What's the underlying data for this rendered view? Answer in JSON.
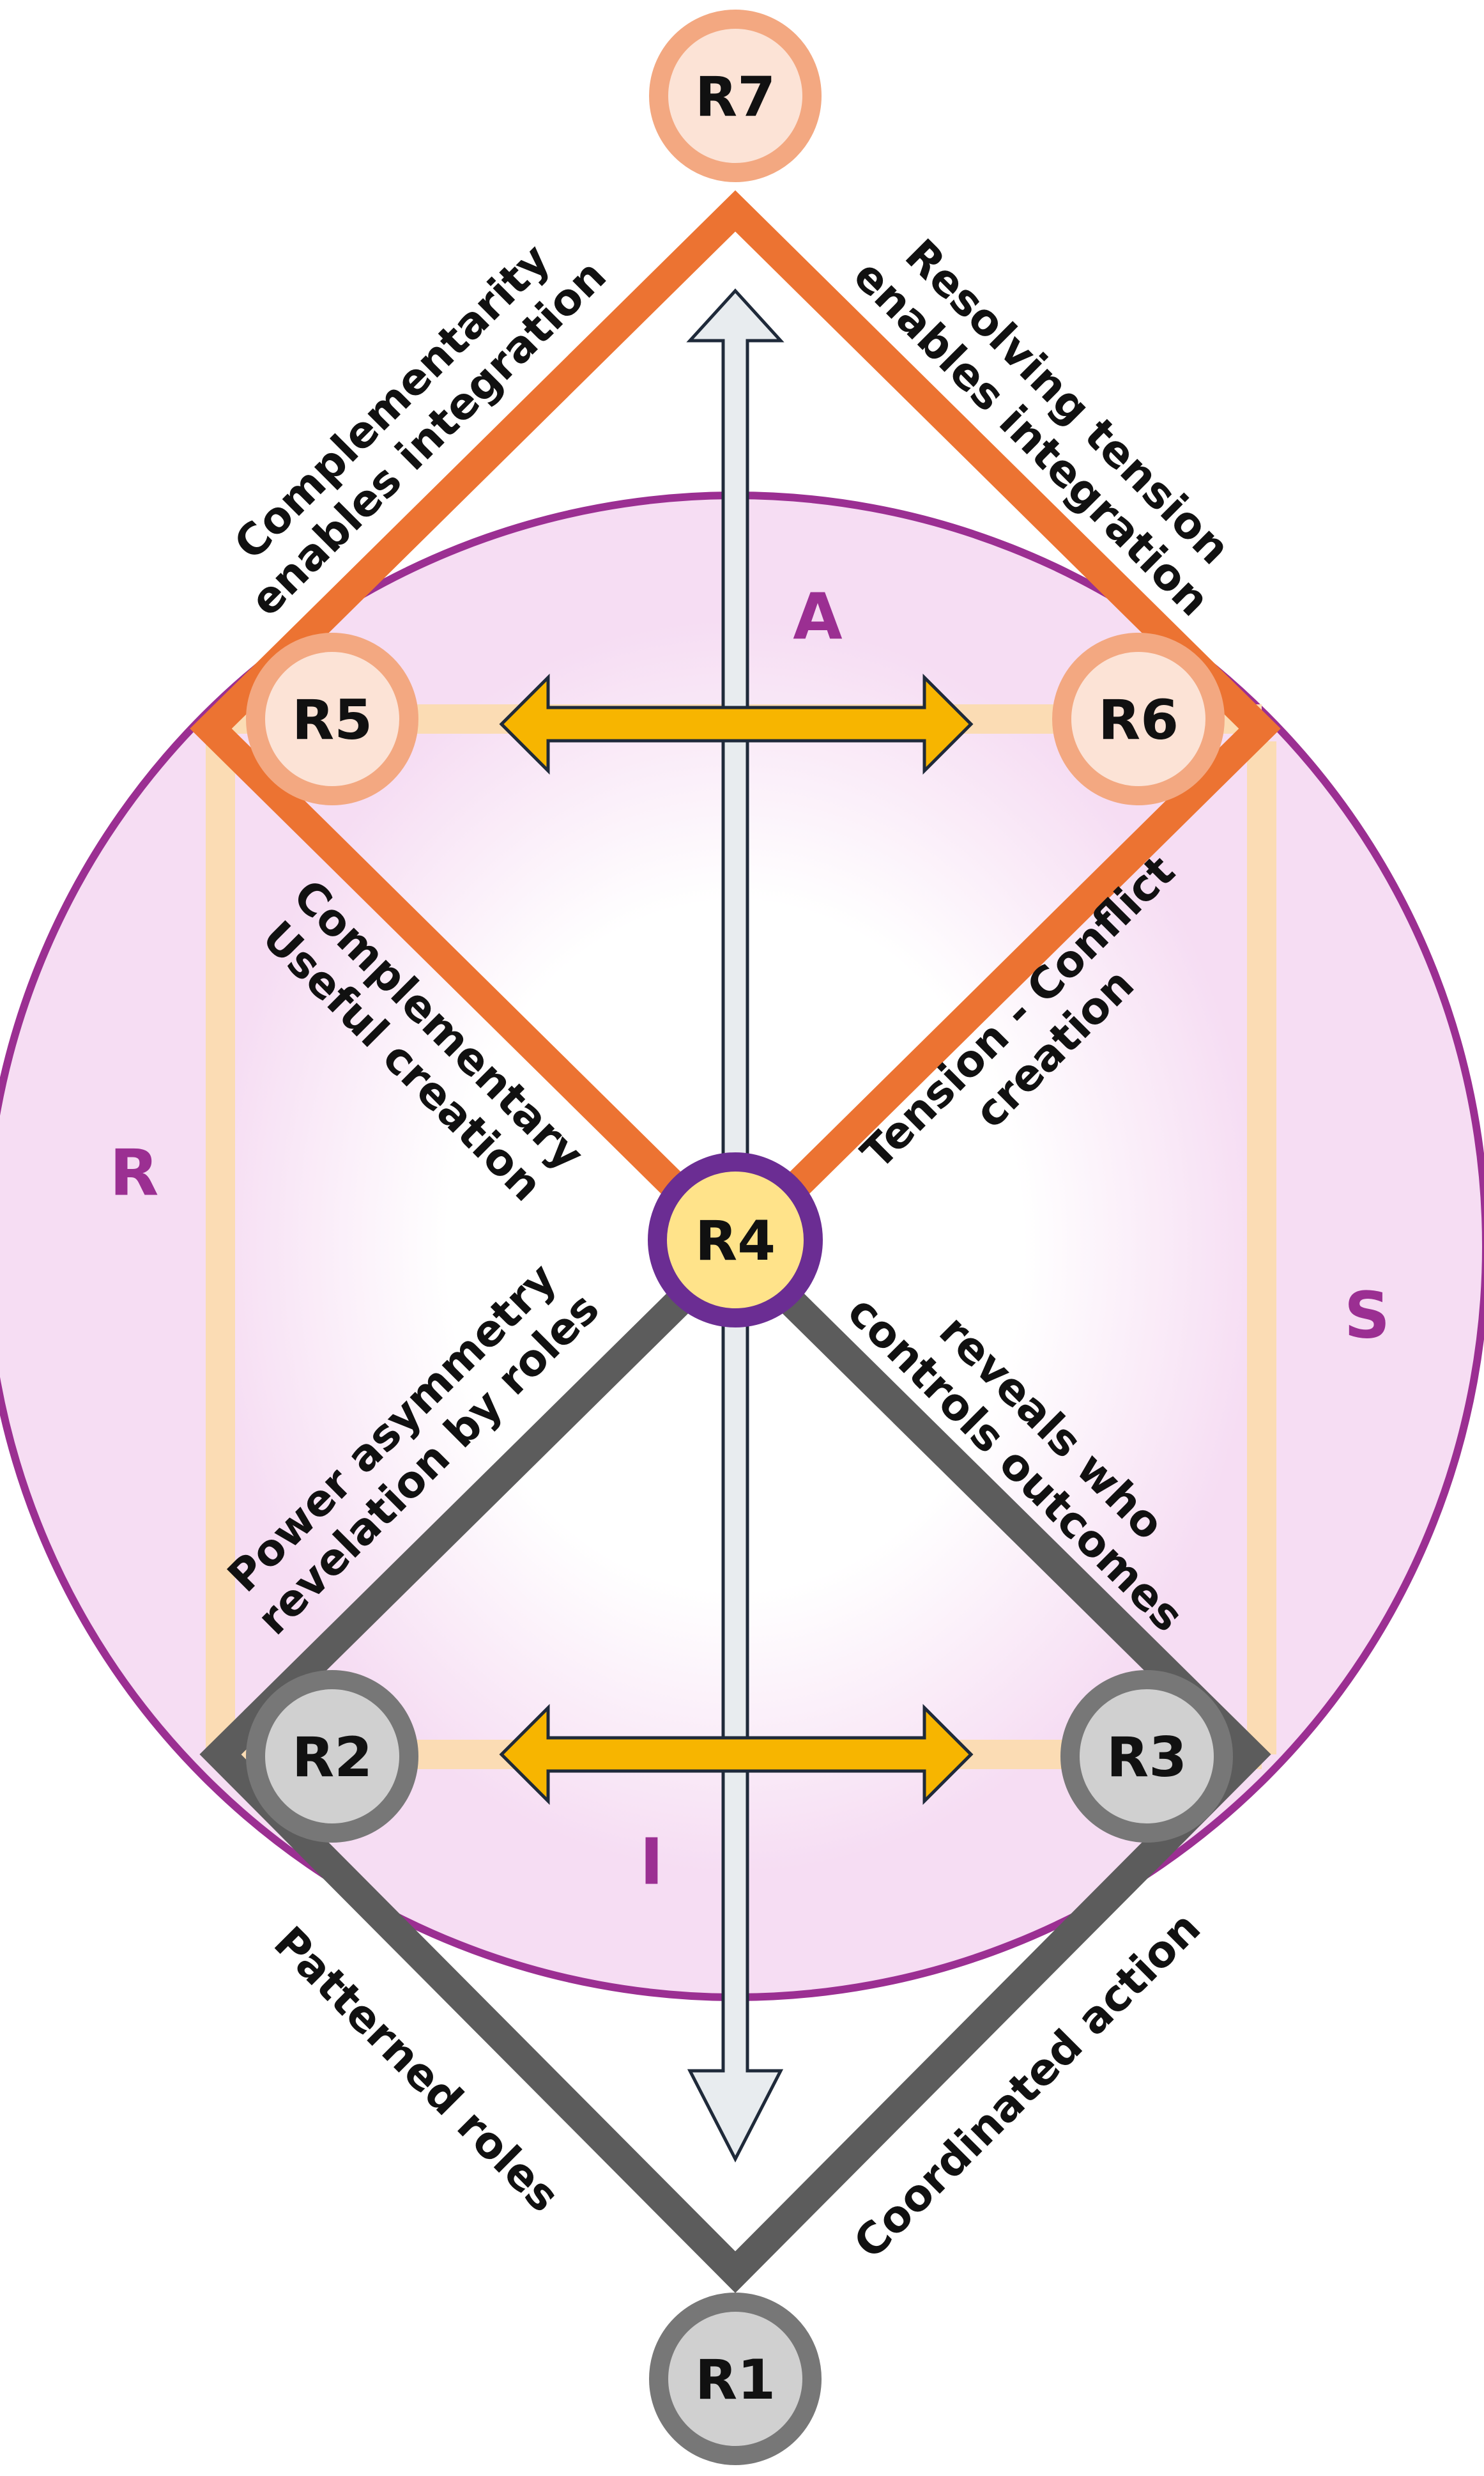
{
  "colors": {
    "orange": "#ec7332",
    "orange_light": "#f3a881",
    "orange_fill": "#fce3d6",
    "gray_dark": "#5c5c5c",
    "gray_node_ring": "#777777",
    "gray_node_fill": "#d0d0d0",
    "purple": "#9b2f92",
    "purple_fill": "#f6ddf3",
    "purple_node": "#6b2d93",
    "yellow_node": "#ffe38a",
    "arrow_gold": "#f7b500",
    "arrow_pale": "#e8ecef",
    "peach_line": "#fbdcb4"
  },
  "nodes": {
    "r1": "R1",
    "r2": "R2",
    "r3": "R3",
    "r4": "R4",
    "r5": "R5",
    "r6": "R6",
    "r7": "R7"
  },
  "regions": {
    "a": "A",
    "r": "R",
    "s": "S",
    "i": "I"
  },
  "edge_labels": {
    "r5_r7": [
      "Complementarity",
      "enables integration"
    ],
    "r6_r7": [
      "Resolving tension",
      "enables integration"
    ],
    "r5_r4": [
      "Complementary",
      "Useful creation"
    ],
    "r6_r4": [
      "Tension - Conflict",
      "creation"
    ],
    "r4_r2": [
      "Power asymmetry",
      "revelation by roles"
    ],
    "r4_r3": [
      "reveals who",
      "controls outcomes"
    ],
    "r2_r1": [
      "Patterned roles"
    ],
    "r3_r1": [
      "Coordinated action"
    ]
  }
}
